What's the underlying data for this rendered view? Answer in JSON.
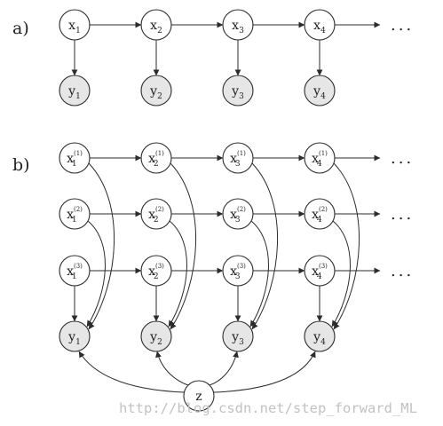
{
  "panels": [
    "a)",
    "b)"
  ],
  "x_var": "x",
  "y_var": "y",
  "z_var": "z",
  "indices": [
    "1",
    "2",
    "3",
    "4"
  ],
  "layer_tags": [
    "(1)",
    "(2)",
    "(3)"
  ],
  "ellipsis": "...",
  "watermark": "http://blog.csdn.net/step_forward_ML"
}
